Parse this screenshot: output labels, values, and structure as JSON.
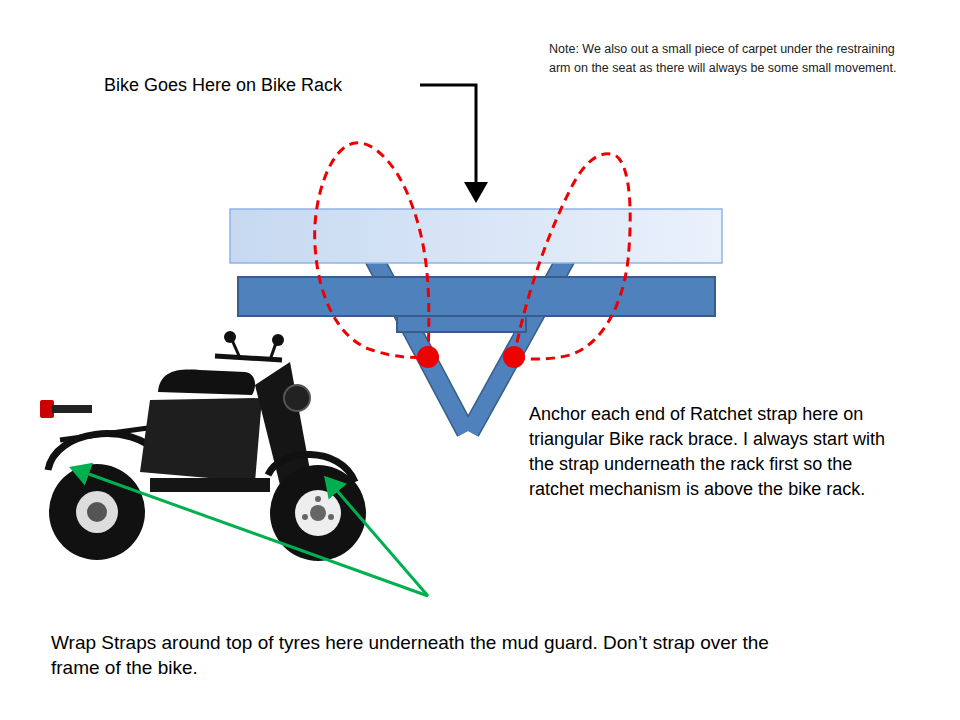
{
  "diagram": {
    "labels": [
      "Note: We also out a small piece of carpet under the restraining arm on the seat as there will always be some small movement.",
      "Bike Goes Here on Bike Rack",
      "Anchor each end of Ratchet strap here on triangular Bike rack brace. I always start with the strap underneath the rack first so the ratchet mechanism is above the bike rack.",
      "Wrap Straps around top of tyres here underneath the mud guard. Don’t strap over the frame of the bike."
    ]
  }
}
